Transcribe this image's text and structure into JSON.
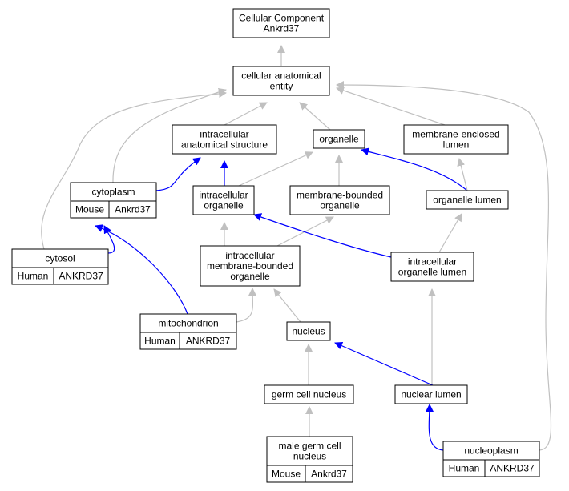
{
  "colors": {
    "grey_edge": "#c0c0c0",
    "blue_edge": "#0000ff",
    "mouse_tag": "#add8e6",
    "human_tag": "#f26148"
  },
  "nodes": {
    "root": [
      "Cellular Component",
      "Ankrd37"
    ],
    "cae": [
      "cellular anatomical",
      "entity"
    ],
    "ias": [
      "intracellular",
      "anatomical structure"
    ],
    "organelle": [
      "organelle"
    ],
    "mel": [
      "membrane-enclosed",
      "lumen"
    ],
    "cytoplasm": [
      "cytoplasm"
    ],
    "io": [
      "intracellular",
      "organelle"
    ],
    "mbo": [
      "membrane-bounded",
      "organelle"
    ],
    "ol": [
      "organelle lumen"
    ],
    "cytosol": [
      "cytosol"
    ],
    "imbo": [
      "intracellular",
      "membrane-bounded",
      "organelle"
    ],
    "iol": [
      "intracellular",
      "organelle lumen"
    ],
    "mito": [
      "mitochondrion"
    ],
    "nucleus": [
      "nucleus"
    ],
    "gcn": [
      "germ cell nucleus"
    ],
    "nl": [
      "nuclear lumen"
    ],
    "mgcn": [
      "male germ cell",
      "nucleus"
    ],
    "np": [
      "nucleoplasm"
    ]
  },
  "annotations": {
    "cytoplasm": [
      "Mouse",
      "Ankrd37"
    ],
    "cytosol": [
      "Human",
      "ANKRD37"
    ],
    "mito": [
      "Human",
      "ANKRD37"
    ],
    "mgcn": [
      "Mouse",
      "Ankrd37"
    ],
    "np": [
      "Human",
      "ANKRD37"
    ]
  },
  "edges": [
    {
      "from": "cae",
      "to": "root",
      "color": "grey"
    },
    {
      "from": "ias",
      "to": "cae",
      "color": "grey"
    },
    {
      "from": "organelle",
      "to": "cae",
      "color": "grey"
    },
    {
      "from": "mel",
      "to": "cae",
      "color": "grey"
    },
    {
      "from": "cytoplasm",
      "to": "cae",
      "color": "grey"
    },
    {
      "from": "cytosol",
      "to": "cae",
      "color": "grey"
    },
    {
      "from": "np",
      "to": "cae",
      "color": "grey"
    },
    {
      "from": "cytoplasm",
      "to": "ias",
      "color": "blue"
    },
    {
      "from": "io",
      "to": "ias",
      "color": "blue"
    },
    {
      "from": "io",
      "to": "organelle",
      "color": "grey"
    },
    {
      "from": "mbo",
      "to": "organelle",
      "color": "grey"
    },
    {
      "from": "ol",
      "to": "organelle",
      "color": "blue"
    },
    {
      "from": "ol",
      "to": "mel",
      "color": "grey"
    },
    {
      "from": "imbo",
      "to": "io",
      "color": "grey"
    },
    {
      "from": "imbo",
      "to": "mbo",
      "color": "grey"
    },
    {
      "from": "iol",
      "to": "io",
      "color": "blue"
    },
    {
      "from": "iol",
      "to": "ol",
      "color": "grey"
    },
    {
      "from": "cytosol",
      "to": "cytoplasm",
      "color": "blue"
    },
    {
      "from": "mito",
      "to": "cytoplasm",
      "color": "blue"
    },
    {
      "from": "mito",
      "to": "imbo",
      "color": "grey"
    },
    {
      "from": "nucleus",
      "to": "imbo",
      "color": "grey"
    },
    {
      "from": "nl",
      "to": "iol",
      "color": "grey"
    },
    {
      "from": "gcn",
      "to": "nucleus",
      "color": "grey"
    },
    {
      "from": "nl",
      "to": "nucleus",
      "color": "blue"
    },
    {
      "from": "mgcn",
      "to": "gcn",
      "color": "grey"
    },
    {
      "from": "np",
      "to": "nl",
      "color": "blue"
    }
  ]
}
